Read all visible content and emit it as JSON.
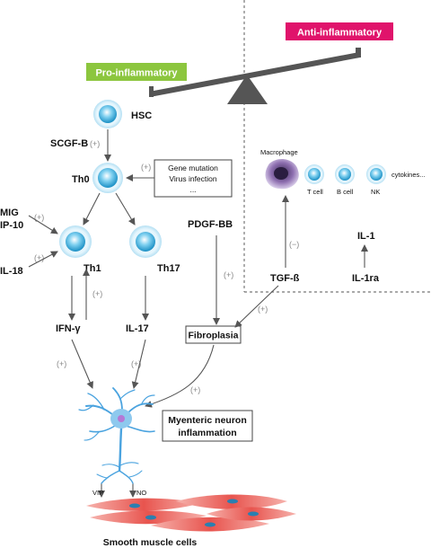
{
  "pro_label": "Pro-inflammatory",
  "anti_label": "Anti-inflammatory",
  "colors": {
    "pro": "#8cc63e",
    "anti": "#e0136b",
    "cell": "#29a9dd",
    "cell_edge": "#bfe6f5",
    "arrow": "#555555",
    "muscle": "#e8544e",
    "neuron": "#4aa3df",
    "macrophage": "#8e6fb0"
  },
  "nodes": {
    "hsc": "HSC",
    "scgf": "SCGF-B",
    "th0": "Th0",
    "th1": "Th1",
    "th17": "Th17",
    "mig": "MIG",
    "ip10": "IP-10",
    "il18": "IL-18",
    "ifn": "IFN-γ",
    "il17": "IL-17",
    "pdgf": "PDGF-BB",
    "tgf": "TGF-ß",
    "il1": "IL-1",
    "il1ra": "IL-1ra"
  },
  "trigger_box": [
    "Gene mutation",
    "Virus infection",
    "..."
  ],
  "fibroplasia": "Fibroplasia",
  "neuron_box": [
    "Myenteric neuron",
    "inflammation"
  ],
  "signs": {
    "plus": "(+)",
    "minus": "(−)"
  },
  "immune_cells": {
    "macrophage": "Macrophage",
    "tcell": "T cell",
    "bcell": "B cell",
    "nk": "NK",
    "cytokines": "cytokines..."
  },
  "vip": "VIP",
  "no": "NO",
  "smooth_muscle": "Smooth muscle cells"
}
